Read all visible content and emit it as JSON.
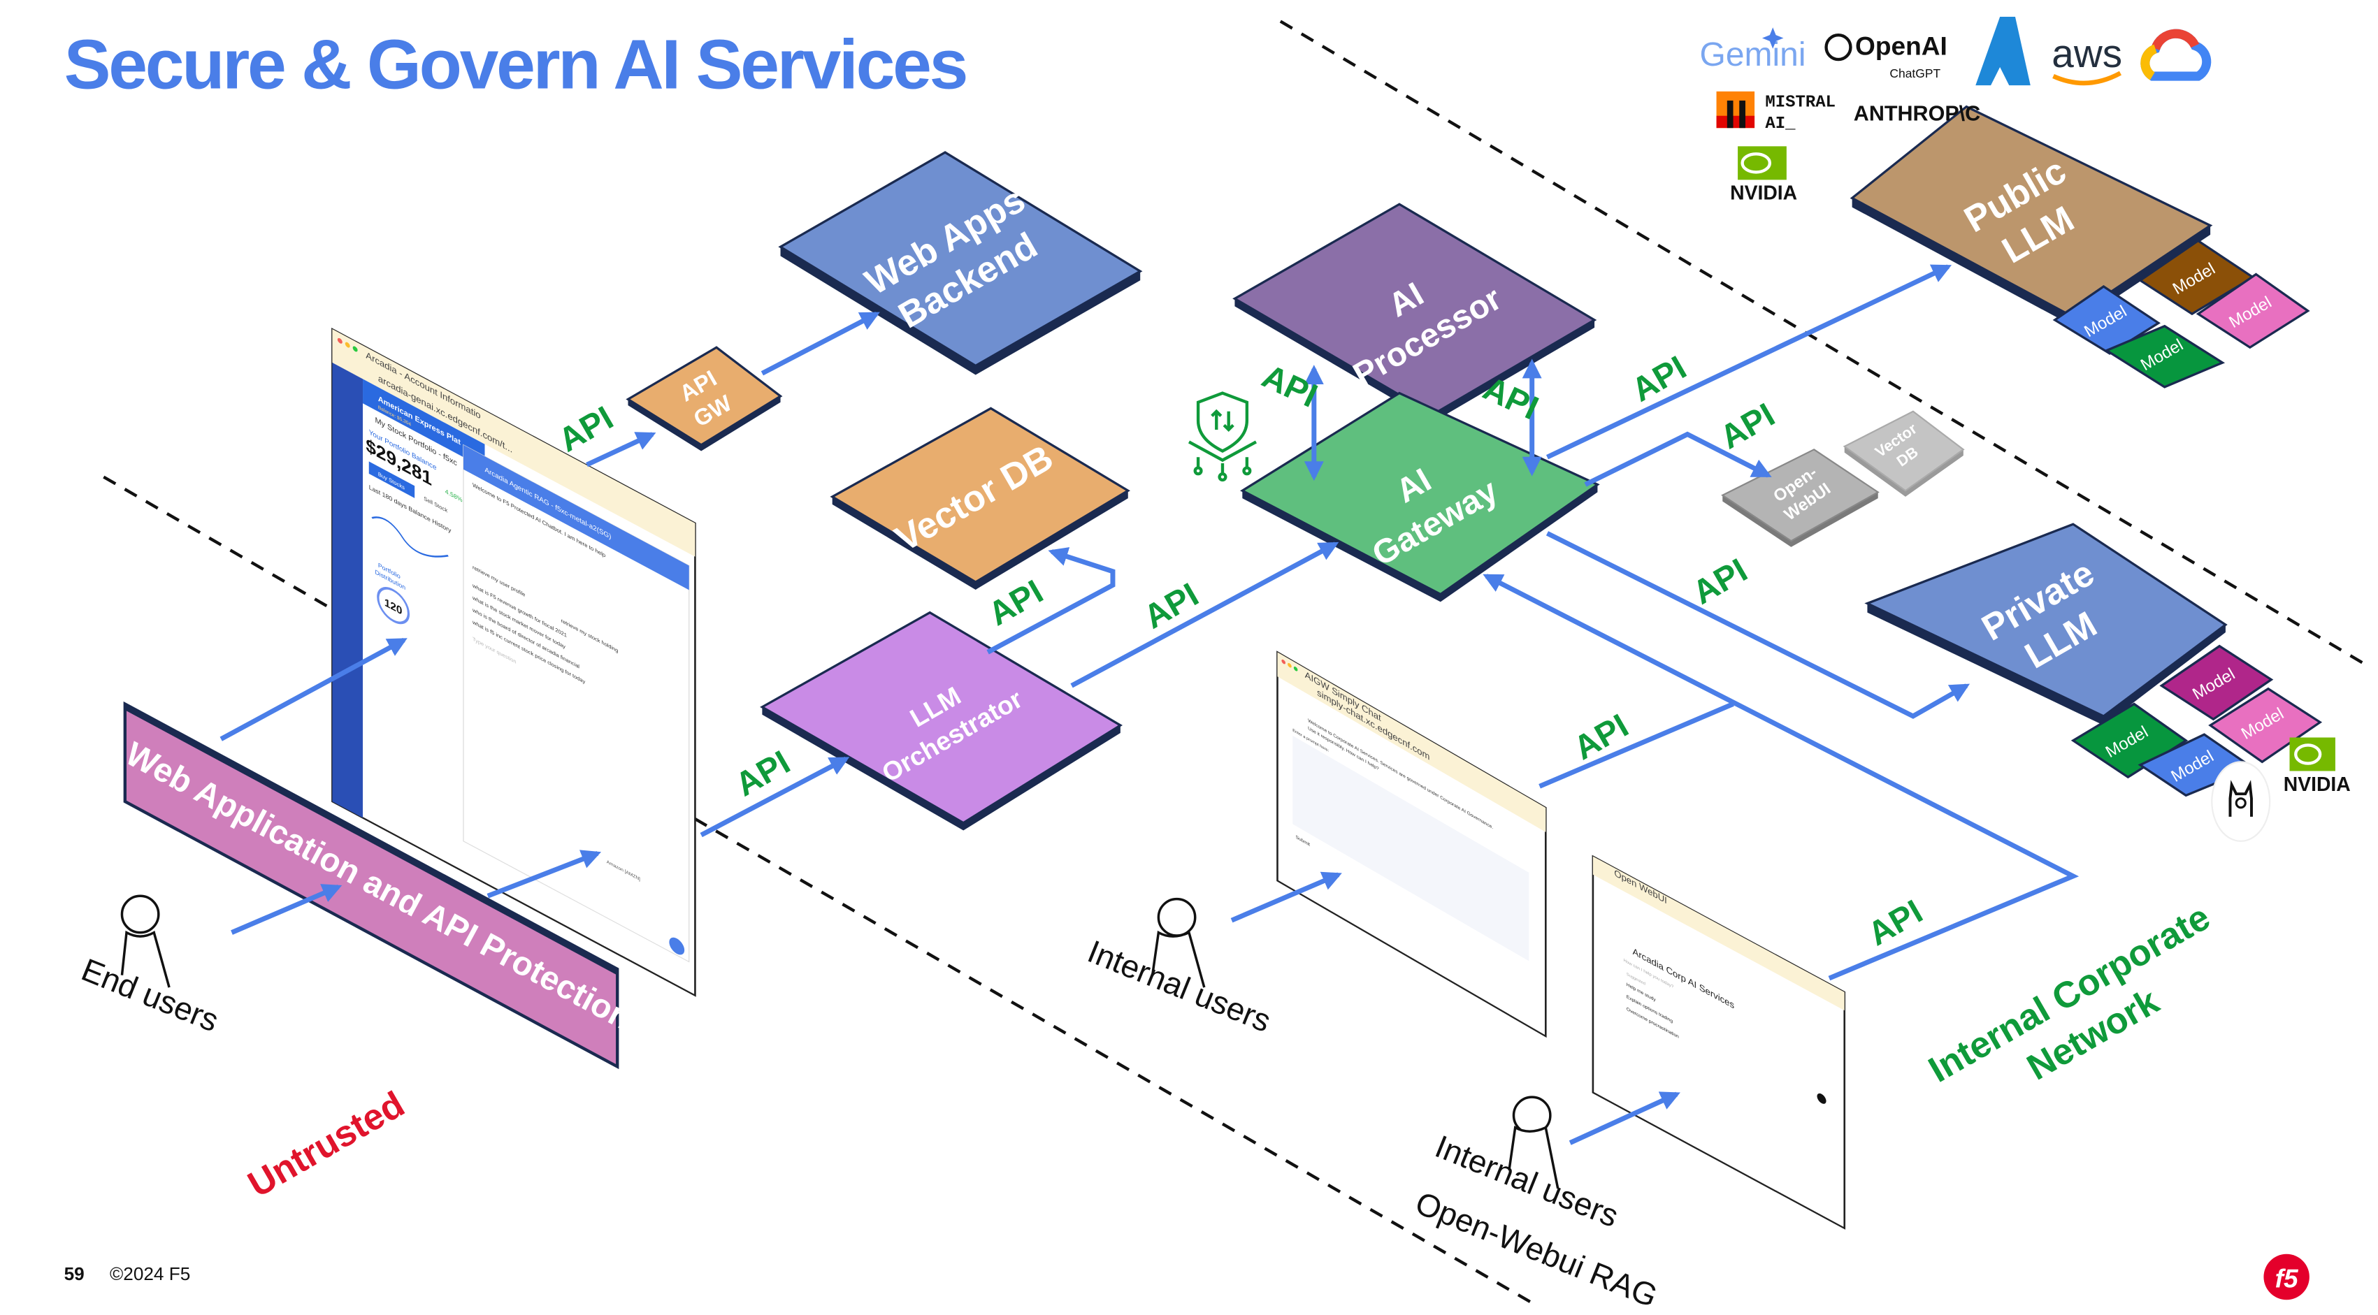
{
  "title": "Secure & Govern AI Services",
  "colors": {
    "title": "#4a7ee8",
    "arrow": "#4a7ee8",
    "api_label": "#0f9a3a",
    "untrusted": "#e0142c",
    "corporate": "#0f9a3a",
    "web_apps_backend": "#6f8fd0",
    "api_gw": "#e8ad6e",
    "vector_db": "#e8ad6e",
    "llm_orchestrator": "#c98be6",
    "ai_processor": "#8b6fa8",
    "ai_gateway": "#5fbf7e",
    "public_llm": "#bc966c",
    "private_llm": "#6f8fd0",
    "waap": "#cf7fbb",
    "gray_box": "#b4b4b4"
  },
  "nodes": {
    "web_apps_backend": [
      "Web Apps",
      "Backend"
    ],
    "api_gw": [
      "API",
      "GW"
    ],
    "vector_db": "Vector DB",
    "llm_orchestrator": [
      "LLM",
      "Orchestrator"
    ],
    "ai_processor": [
      "AI",
      "Processor"
    ],
    "ai_gateway": [
      "AI",
      "Gateway"
    ],
    "public_llm": [
      "Public",
      "LLM"
    ],
    "private_llm": [
      "Private",
      "LLM"
    ],
    "open_webui": [
      "Open-",
      "WebUI"
    ],
    "vector_db_small": [
      "Vector",
      "DB"
    ],
    "waap": "Web Application and API Protection",
    "model": "Model"
  },
  "api_label": "API",
  "zones": {
    "untrusted": "Untrusted",
    "corporate": [
      "Internal Corporate",
      "Network"
    ]
  },
  "users": {
    "end_users": "End users",
    "internal_users": "Internal users",
    "internal_users_rag": [
      "Internal users",
      "Open-Webui RAG"
    ]
  },
  "providers": {
    "gemini": "Gemini",
    "openai": "OpenAI",
    "openai_sub": "ChatGPT",
    "aws": "aws",
    "mistral": [
      "MISTRAL",
      "AI_"
    ],
    "anthropic": "ANTHROP\\C",
    "nvidia": "NVIDIA"
  },
  "browser_main": {
    "tab": "Arcadia - Account Informatio",
    "url": "arcadia-genai.xc.edgecnf.com/t...",
    "bank": "American Express Plat",
    "balance_label": "Balance: $5,304",
    "portfolio_title": "My Stock Portfolio - f5xc",
    "portfolio_balance_label": "Your Portfolio Balance",
    "portfolio_balance": "$29,281",
    "change": "4.58% ↑",
    "buy": "Buy Stocks",
    "sell": "Sell Stock",
    "history": "Last 180 days Balance History",
    "distribution": [
      "Portfolio",
      "Distribution"
    ],
    "stocks_count": "120",
    "chat_title": "Arcadia Agentic RAG - f5xc-metal-a2(SG)",
    "welcome": "Welcome to F5 Protected AI Chatbot. I am here to help",
    "prompts": [
      "retrieve my user profile",
      "retrieve my stock holding",
      "what is F5 revenue growth for fiscal 2021",
      "what is the stock market mover for today",
      "who is the board of director of arcadia financial",
      "what is f5 inc current stock price closing for today"
    ],
    "placeholder": "Type your question",
    "stock_row": "Amazon [AMZN]"
  },
  "browser_simple": {
    "tab": "AIGW Simply Chat",
    "url": "simply-chat.xc.edgecnf.com",
    "welcome": "Welcome to Corporate AI Services. Services are governed under Corporate AI Governance.",
    "welcome2": "Use it responsibly. How can I help?",
    "prompt_label": "Enter a prompt here:",
    "submit": "Submit"
  },
  "browser_webui": {
    "tab": "Open WebUI",
    "title": "Arcadia Corp AI Services",
    "subtitle": "How can I help you today?",
    "suggested": "Suggested",
    "suggestions": [
      "Help me study",
      "Explain options trading",
      "Overcome procrastination"
    ]
  },
  "footer": {
    "page": "59",
    "copyright": "©2024 F5",
    "logo": "f5"
  }
}
